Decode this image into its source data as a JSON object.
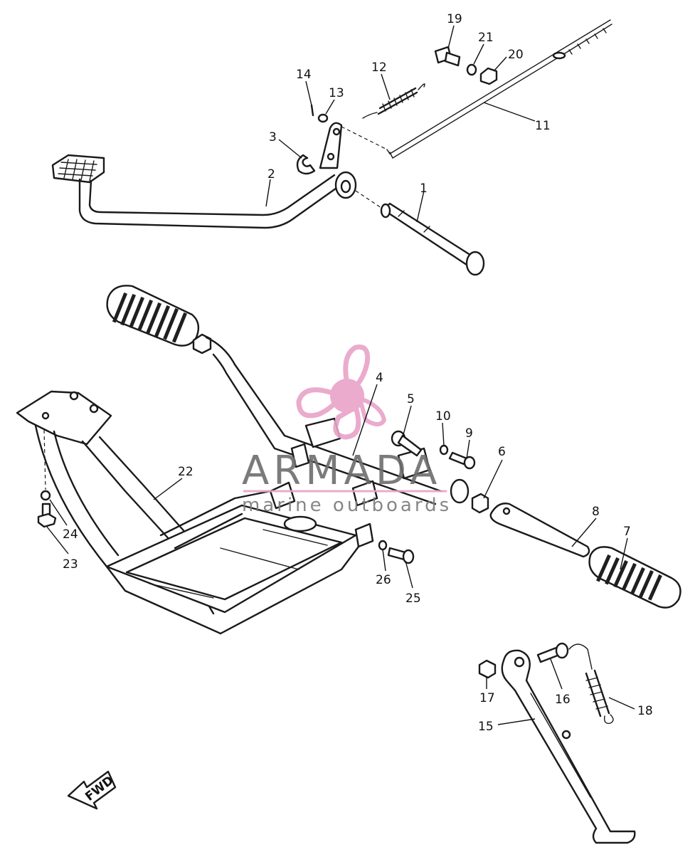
{
  "watermark": {
    "brand": "ARMADA",
    "tagline": "marine outboards",
    "color": "#e8a3c8"
  },
  "fwd_label": "FWD",
  "callouts": [
    {
      "id": "c1",
      "label": "1"
    },
    {
      "id": "c2",
      "label": "2"
    },
    {
      "id": "c3",
      "label": "3"
    },
    {
      "id": "c4",
      "label": "4"
    },
    {
      "id": "c5",
      "label": "5"
    },
    {
      "id": "c6",
      "label": "6"
    },
    {
      "id": "c7",
      "label": "7"
    },
    {
      "id": "c8",
      "label": "8"
    },
    {
      "id": "c9",
      "label": "9"
    },
    {
      "id": "c10",
      "label": "10"
    },
    {
      "id": "c11",
      "label": "11"
    },
    {
      "id": "c12",
      "label": "12"
    },
    {
      "id": "c13",
      "label": "13"
    },
    {
      "id": "c14",
      "label": "14"
    },
    {
      "id": "c15",
      "label": "15"
    },
    {
      "id": "c16",
      "label": "16"
    },
    {
      "id": "c17",
      "label": "17"
    },
    {
      "id": "c18",
      "label": "18"
    },
    {
      "id": "c19",
      "label": "19"
    },
    {
      "id": "c20",
      "label": "20"
    },
    {
      "id": "c21",
      "label": "21"
    },
    {
      "id": "c22",
      "label": "22"
    },
    {
      "id": "c23",
      "label": "23"
    },
    {
      "id": "c24",
      "label": "24"
    },
    {
      "id": "c25",
      "label": "25"
    },
    {
      "id": "c26",
      "label": "26"
    }
  ]
}
